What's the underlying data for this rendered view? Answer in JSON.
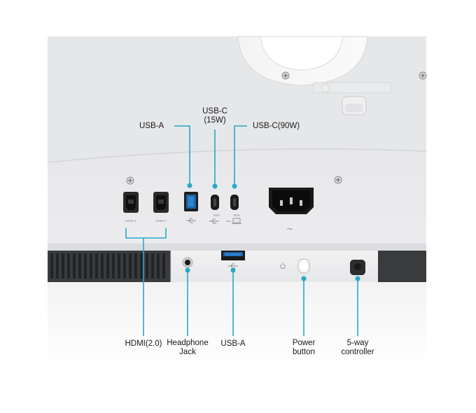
{
  "labels": {
    "usb_a_top": "USB-A",
    "usb_c_15w": [
      "USB-C",
      "(15W)"
    ],
    "usb_c_90w": "USB-C(90W)",
    "hdmi": "HDMI(2.0)",
    "headphone": [
      "Headphone",
      "Jack"
    ],
    "usb_a_bottom": "USB-A",
    "power": [
      "Power",
      "button"
    ],
    "controller": [
      "5-way",
      "controller"
    ]
  },
  "port_markings": {
    "hdmi_1": "HDMI-1",
    "hdmi_2": "HDMI-2",
    "usb_c_15w_watt": "15W",
    "usb_c_90w_watt": "90W",
    "ac_symbol": "~"
  },
  "colors": {
    "accent_line": "#27a8c9",
    "monitor_body": "#e9eaec",
    "bezel_dark": "#3a3b3d",
    "port_black": "#1b1b1c"
  },
  "icons": [
    "usb-icon",
    "laptop-icon",
    "power-symbol-icon",
    "screw-icon"
  ]
}
